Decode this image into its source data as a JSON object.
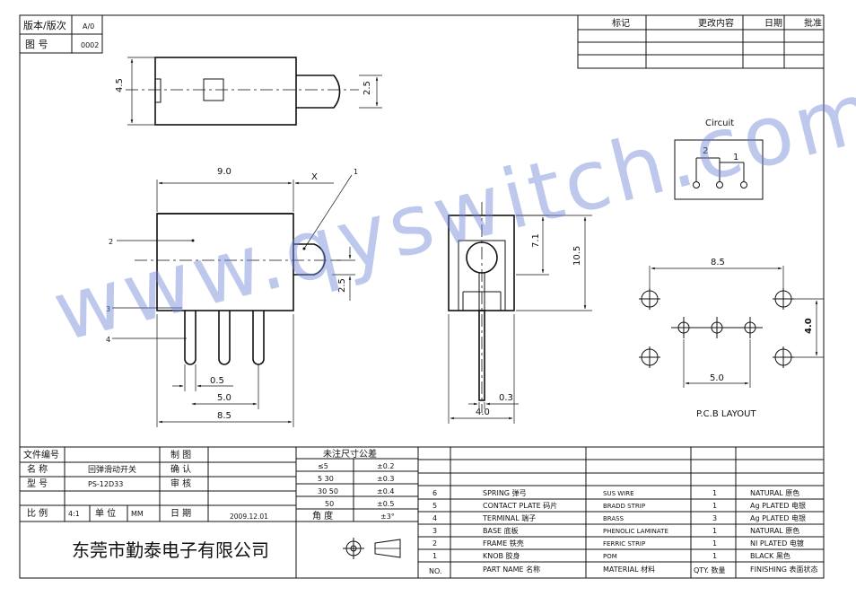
{
  "header": {
    "version_label": "版本/版次",
    "version_value": "A/0",
    "figure_label": "图 号",
    "figure_value": "0002"
  },
  "revision_table": {
    "headers": [
      "标记",
      "更改内容",
      "日期",
      "批准"
    ]
  },
  "dimensions": {
    "top_height": "4.5",
    "top_knob": "2.5",
    "length": "9.0",
    "x_label": "X",
    "knob_height": "2.5",
    "pin_width": "0.5",
    "pin_pitch": "5.0",
    "pin_span": "8.5",
    "side_height_upper": "7.1",
    "side_height_total": "10.5",
    "side_pin": "0.3",
    "side_width": "4.0"
  },
  "callouts": [
    "1",
    "2",
    "3",
    "4"
  ],
  "circuit": {
    "title": "Circuit",
    "label_2": "2",
    "label_1": "1"
  },
  "pcb": {
    "span": "8.5",
    "height": "4.0",
    "pitch": "5.0",
    "title": "P.C.B LAYOUT"
  },
  "watermark": "www.qyswitch.com",
  "info_table": {
    "file_no_label": "文件编号",
    "drawn_label": "制 图",
    "name_label": "名 称",
    "name_value": "回弹滑动开关",
    "confirm_label": "确 认",
    "model_label": "型 号",
    "model_value": "PS-12D33",
    "review_label": "审 核",
    "scale_label": "比 例",
    "scale_value": "4:1",
    "unit_label": "单 位",
    "unit_value": "MM",
    "date_label": "日 期",
    "date_value": "2009.12.01",
    "company": "东莞市勤泰电子有限公司"
  },
  "tolerance": {
    "title": "未注尺寸公差",
    "rows": [
      {
        "range": "≤5",
        "tol": "±0.2"
      },
      {
        "range": "5   30",
        "tol": "±0.3"
      },
      {
        "range": "30   50",
        "tol": "±0.4"
      },
      {
        "range": "50",
        "tol": "±0.5"
      },
      {
        "range": "角 度",
        "tol": "±3°"
      }
    ]
  },
  "bom": {
    "headers": {
      "no": "NO.",
      "part": "PART  NAME 名称",
      "material": "MATERIAL 材料",
      "qty": "QTY. 数量",
      "finish": "FINISHING 表面状态"
    },
    "rows": [
      {
        "no": "6",
        "part": "SPRING  弹弓",
        "material": "SUS WIRE",
        "qty": "1",
        "finish": "NATURAL 原色"
      },
      {
        "no": "5",
        "part": "CONTACT PLATE  码片",
        "material": "BRADD STRIP",
        "qty": "1",
        "finish": "Ag PLATED  电银"
      },
      {
        "no": "4",
        "part": "TERMINAL  端子",
        "material": "BRASS",
        "qty": "3",
        "finish": "Ag PLATED  电银"
      },
      {
        "no": "3",
        "part": "BASE  底板",
        "material": "PHENOLIC LAMINATE",
        "qty": "1",
        "finish": "NATURAL 原色"
      },
      {
        "no": "2",
        "part": "FRAME  铁壳",
        "material": "FERRIC STRIP",
        "qty": "1",
        "finish": "NI PLATED  电镀"
      },
      {
        "no": "1",
        "part": "KNOB  胶身",
        "material": "POM",
        "qty": "1",
        "finish": "BLACK 黑色"
      }
    ]
  }
}
